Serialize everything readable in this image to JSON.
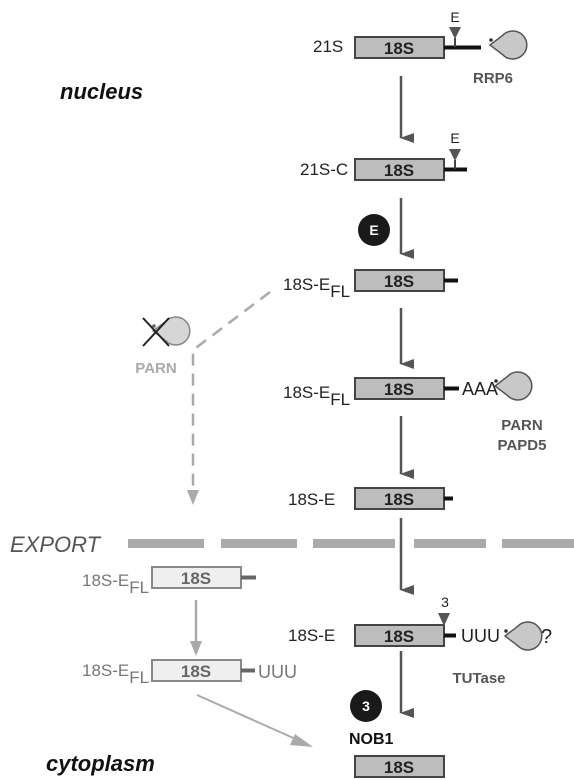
{
  "compartments": {
    "nucleus": "nucleus",
    "cytoplasm": "cytoplasm",
    "export": "EXPORT"
  },
  "rna_label": "18S",
  "nuclear_intermediates": {
    "s21": "21S",
    "s21c": "21S-C",
    "efl_1_main": "18S-E",
    "efl_1_sub": "FL",
    "efl_2_main": "18S-E",
    "efl_2_sub": "FL",
    "e_nuc": "18S-E"
  },
  "cytoplasmic_intermediates": {
    "e_cyt": "18S-E",
    "left_1_main": "18S-E",
    "left_1_sub": "FL",
    "left_2_main": "18S-E",
    "left_2_sub": "FL"
  },
  "cleavage_sites": {
    "site_e_1": "E",
    "site_e_2": "E",
    "site_3": "3"
  },
  "tails": {
    "polyA": "AAA",
    "oligoU": "UUU",
    "oligoU_left": "UUU",
    "unknown": "?"
  },
  "enzymes": {
    "rrp6": "RRP6",
    "parn_inactive": "PARN",
    "parn": "PARN",
    "papd5": "PAPD5",
    "tutase": "TUTase",
    "nob1": "NOB1"
  },
  "badges": {
    "e": "E",
    "three": "3"
  },
  "colors": {
    "box_fill": "#bdbdbd",
    "box_fill_light": "#efefef",
    "arrow_dark": "#555555",
    "arrow_light": "#aaaaaa",
    "pacman": "#c8c8c8",
    "badge": "#1a1a1a"
  }
}
